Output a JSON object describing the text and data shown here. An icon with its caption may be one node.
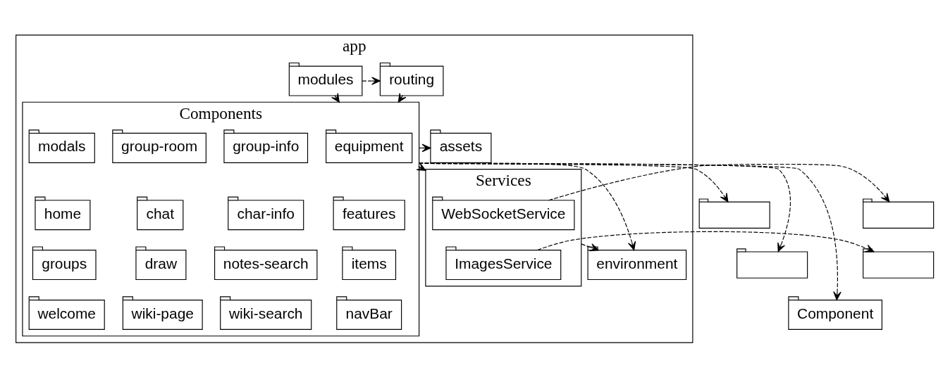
{
  "diagram": {
    "nodes": [
      {
        "text": [
          "app"
        ]
      },
      {
        "text": [
          "assets"
        ],
        "in": 0
      },
      {
        "text": [
          "Services"
        ],
        "in": 0
      },
      {
        "text": [
          "WebSocketService"
        ],
        "in": 2
      },
      {
        "text": [
          "ImagesService"
        ],
        "in": 2
      },
      {
        "text": [
          "Components"
        ],
        "in": 0
      },
      {
        "text": [
          "equipment"
        ],
        "in": 5
      },
      {
        "text": [
          "group-info"
        ],
        "in": 5
      },
      {
        "text": [
          "group-room"
        ],
        "in": 5
      },
      {
        "text": [
          "modals"
        ],
        "in": 5
      },
      {
        "text": [
          "features"
        ],
        "in": 5
      },
      {
        "text": [
          "char-info"
        ],
        "in": 5
      },
      {
        "text": [
          "chat"
        ],
        "in": 5
      },
      {
        "text": [
          "home"
        ],
        "in": 5
      },
      {
        "text": [
          "items"
        ],
        "in": 5
      },
      {
        "text": [
          "notes-search"
        ],
        "in": 5
      },
      {
        "text": [
          "draw"
        ],
        "in": 5
      },
      {
        "text": [
          "groups"
        ],
        "in": 5
      },
      {
        "text": [
          "navBar"
        ],
        "in": 5
      },
      {
        "text": [
          "wiki-search"
        ],
        "in": 5
      },
      {
        "text": [
          "wiki-page"
        ],
        "in": 5
      },
      {
        "text": [
          "welcome"
        ],
        "in": 5
      },
      {
        "text": [
          "environment"
        ],
        "in": 0
      },
      {
        "text": [
          "modules"
        ],
        "in": 0
      },
      {
        "text": [
          "routing"
        ],
        "in": 0
      },
      {
        "text": [],
        "shape": "folder"
      },
      {
        "text": [],
        "shape": "folder"
      },
      {
        "text": [],
        "shape": "folder"
      },
      {
        "text": [],
        "shape": "folder"
      },
      {
        "text": [
          "Component"
        ]
      }
    ],
    "edges": [
      {
        "from": 5,
        "to": 1,
        "arrow": "to",
        "style": "dashed"
      },
      {
        "from": 5,
        "to": 2,
        "arrow": "to",
        "style": "dashed"
      },
      {
        "from": 3,
        "to": 25,
        "arrow": "to",
        "style": "dashed"
      },
      {
        "from": 4,
        "to": 26,
        "arrow": "to",
        "style": "dashed"
      },
      {
        "from": 2,
        "to": 22,
        "arrow": "to",
        "style": "dashed"
      },
      {
        "from": 5,
        "to": 22,
        "arrow": "to",
        "style": "dashed"
      },
      {
        "from": 23,
        "to": 5,
        "arrow": "to",
        "style": "dashed"
      },
      {
        "from": 24,
        "to": 5,
        "arrow": "to",
        "style": "dashed"
      },
      {
        "from": 23,
        "to": 24,
        "arrow": "to",
        "style": "dashed"
      },
      {
        "from": 5,
        "to": 27,
        "arrow": "to",
        "style": "dashed"
      },
      {
        "from": 5,
        "to": 28,
        "arrow": "to",
        "style": "dashed"
      },
      {
        "from": 5,
        "to": 29,
        "arrow": "to",
        "style": "dashed"
      }
    ]
  }
}
